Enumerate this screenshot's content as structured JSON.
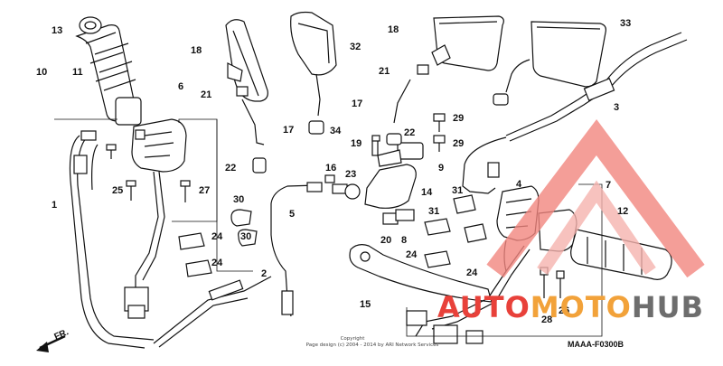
{
  "diagram": {
    "callouts": [
      "13",
      "11",
      "10",
      "6",
      "18",
      "21",
      "17",
      "32",
      "34",
      "18",
      "21",
      "33",
      "17",
      "22",
      "29",
      "19",
      "29",
      "3",
      "22",
      "9",
      "16",
      "23",
      "14",
      "5",
      "1",
      "25",
      "27",
      "30",
      "24",
      "30",
      "24",
      "2",
      "20",
      "8",
      "31",
      "31",
      "24",
      "24",
      "4",
      "7",
      "12",
      "15",
      "28",
      "26"
    ],
    "copyright": [
      "Copyright",
      "Page design (c) 2004 - 2014 by ARI Network Services"
    ],
    "diagram_code": "MAAA-F0300B",
    "direction_label": "FR."
  },
  "watermark": {
    "text_part1": "AUTO",
    "text_part2": "MOTO",
    "text_part3": "HUB",
    "colors": {
      "red": "#e8413a",
      "orange": "#f2a23a",
      "gray": "#6d6d6d",
      "pale_red": "#f6b3ae"
    }
  }
}
